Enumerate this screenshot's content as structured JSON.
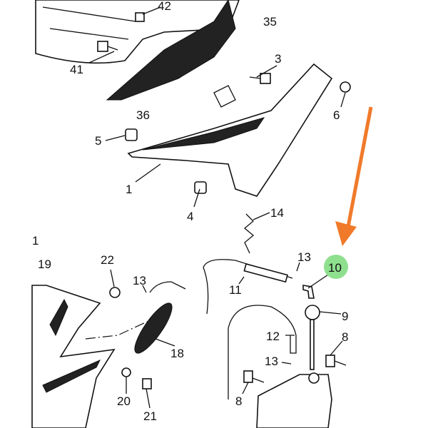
{
  "diagram": {
    "callouts": {
      "c42": "42",
      "c35": "35",
      "c41": "41",
      "c3": "3",
      "c36": "36",
      "c6": "6",
      "c5": "5",
      "c1": "1",
      "c4": "4",
      "c14": "14",
      "c1b": "1",
      "c19": "19",
      "c22": "22",
      "c13a": "13",
      "c13b": "13",
      "c10": "10",
      "c11": "11",
      "c9": "9",
      "c12": "12",
      "c8a": "8",
      "c13c": "13",
      "c18": "18",
      "c20": "20",
      "c8b": "8",
      "c21": "21"
    },
    "highlighted_part": "10",
    "colors": {
      "highlight": "#8ee08e",
      "arrow": "#f07a2a"
    }
  }
}
